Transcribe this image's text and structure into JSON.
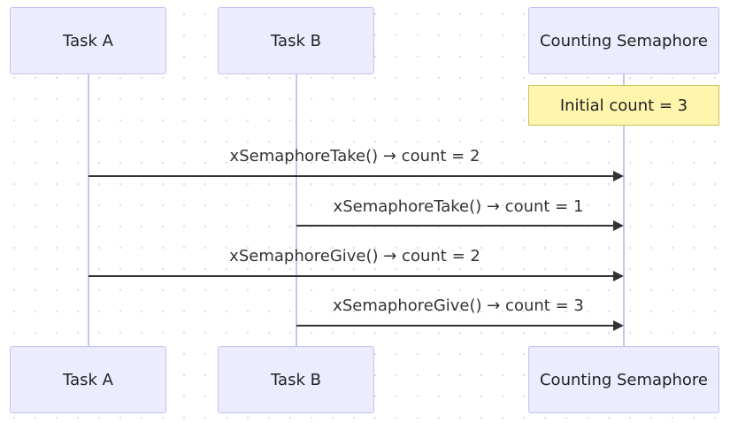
{
  "participants": [
    {
      "id": "a",
      "label": "Task A"
    },
    {
      "id": "b",
      "label": "Task B"
    },
    {
      "id": "sem",
      "label": "Counting Semaphore"
    }
  ],
  "note": {
    "text": "Initial count = 3",
    "over": "sem"
  },
  "messages": [
    {
      "from": "a",
      "to": "sem",
      "label": "xSemaphoreTake() → count = 2"
    },
    {
      "from": "b",
      "to": "sem",
      "label": "xSemaphoreTake() → count = 1"
    },
    {
      "from": "a",
      "to": "sem",
      "label": "xSemaphoreGive() → count = 2"
    },
    {
      "from": "b",
      "to": "sem",
      "label": "xSemaphoreGive() → count = 3"
    }
  ],
  "colors": {
    "actor_fill": "#ececff",
    "actor_border": "#c4c0f0",
    "lifeline": "#c9c3ef",
    "note_fill": "#fff5ad",
    "note_border": "#c8c060",
    "arrow": "#333333"
  }
}
